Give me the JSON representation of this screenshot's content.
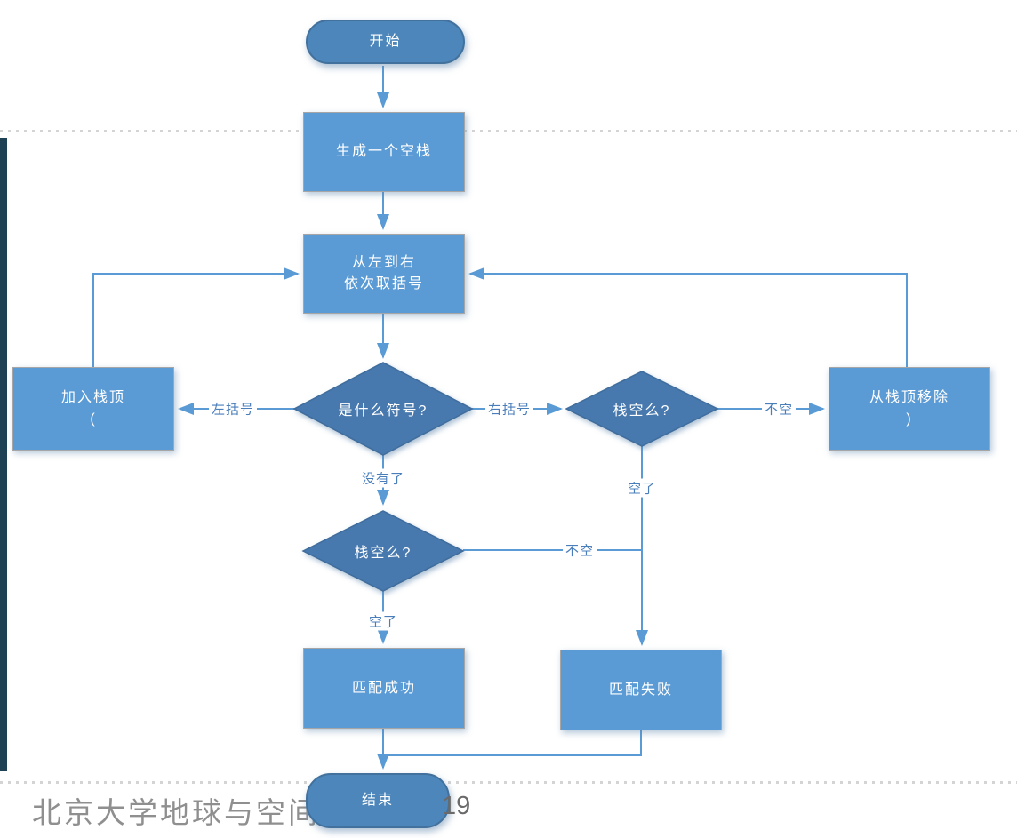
{
  "slide": {
    "footer": "北京大学地球与空间科学",
    "page_number": "19"
  },
  "flowchart": {
    "nodes": {
      "start": {
        "label": "开始"
      },
      "create_stack": {
        "label": "生成一个空栈"
      },
      "take_bracket": {
        "line1": "从左到右",
        "line2": "依次取括号"
      },
      "what_symbol": {
        "label": "是什么符号?"
      },
      "push_stack": {
        "line1": "加入栈顶",
        "line2": "("
      },
      "stack_empty_right": {
        "label": "栈空么?"
      },
      "pop_stack": {
        "line1": "从栈顶移除",
        "line2": ")"
      },
      "stack_empty_mid": {
        "label": "栈空么?"
      },
      "match_success": {
        "label": "匹配成功"
      },
      "match_fail": {
        "label": "匹配失败"
      },
      "end": {
        "label": "结束"
      }
    },
    "edge_labels": {
      "left_bracket": "左括号",
      "right_bracket": "右括号",
      "not_empty_right": "不空",
      "no_more": "没有了",
      "empty_right": "空了",
      "not_empty_mid": "不空",
      "empty_mid": "空了"
    },
    "colors": {
      "rect_fill": "#5b9bd5",
      "rect_border": "#a6a6a6",
      "diamond_fill": "#4678ae",
      "diamond_border": "#3f6d9c",
      "stadium_fill": "#4c86ba",
      "stadium_border": "#41719c",
      "connector": "#5b9bd5",
      "edge_label_text": "#4a7ebb",
      "node_text": "#ffffff",
      "sidebar_bar": "#1e4154",
      "dotted_rule": "#d4d4d4",
      "footer_text": "#8f8f8f"
    }
  }
}
